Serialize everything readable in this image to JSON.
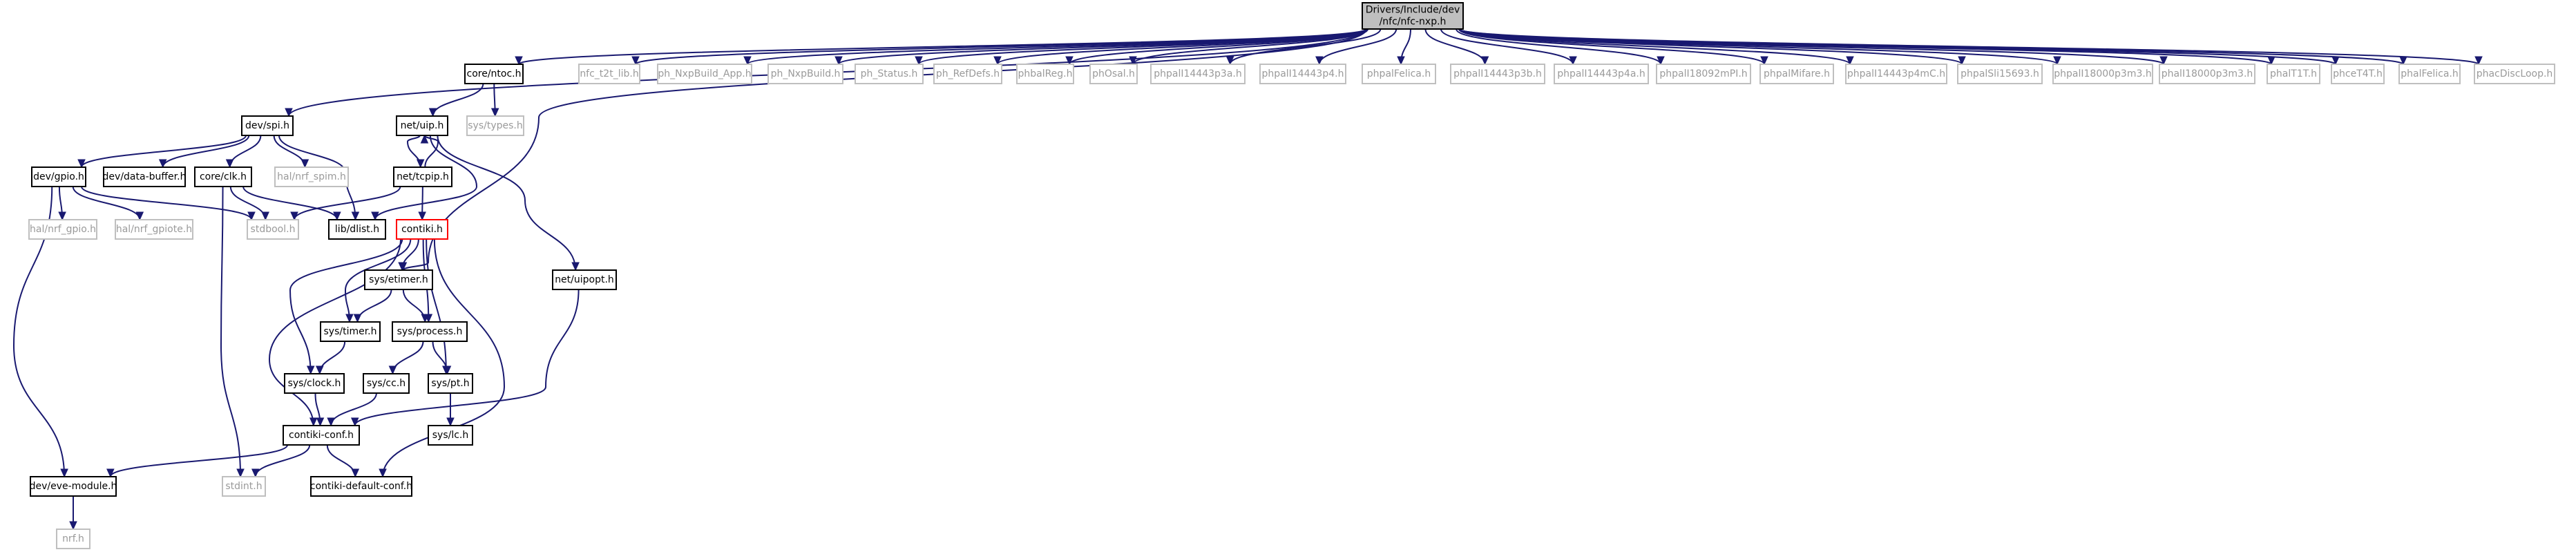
{
  "diagram": {
    "colors": {
      "edge": "#191970",
      "root_fill": "#bfbfbf",
      "box_stroke": "#000000",
      "missing_stroke": "#bfbfbf",
      "missing_text": "#9a9a9a",
      "incomplete_stroke": "#ff0000"
    },
    "nodes": [
      {
        "id": "root",
        "lines": [
          "Drivers/Include/dev",
          "/nfc/nfc-nxp.h"
        ],
        "kind": "root"
      },
      {
        "id": "core_ntoc",
        "lines": [
          "core/ntoc.h"
        ],
        "kind": "file"
      },
      {
        "id": "nfc_t2t",
        "lines": [
          "nfc_t2t_lib.h"
        ],
        "kind": "missing"
      },
      {
        "id": "ph_nxpbuild_app",
        "lines": [
          "ph_NxpBuild_App.h"
        ],
        "kind": "missing"
      },
      {
        "id": "ph_nxpbuild",
        "lines": [
          "ph_NxpBuild.h"
        ],
        "kind": "missing"
      },
      {
        "id": "ph_status",
        "lines": [
          "ph_Status.h"
        ],
        "kind": "missing"
      },
      {
        "id": "ph_refdefs",
        "lines": [
          "ph_RefDefs.h"
        ],
        "kind": "missing"
      },
      {
        "id": "phbalreg",
        "lines": [
          "phbalReg.h"
        ],
        "kind": "missing"
      },
      {
        "id": "phosal",
        "lines": [
          "phOsal.h"
        ],
        "kind": "missing"
      },
      {
        "id": "phpal14443p3a",
        "lines": [
          "phpalI14443p3a.h"
        ],
        "kind": "missing"
      },
      {
        "id": "phpal14443p4",
        "lines": [
          "phpalI14443p4.h"
        ],
        "kind": "missing"
      },
      {
        "id": "phpalfelica",
        "lines": [
          "phpalFelica.h"
        ],
        "kind": "missing"
      },
      {
        "id": "phpal14443p3b",
        "lines": [
          "phpalI14443p3b.h"
        ],
        "kind": "missing"
      },
      {
        "id": "phpal14443p4a",
        "lines": [
          "phpalI14443p4a.h"
        ],
        "kind": "missing"
      },
      {
        "id": "phpal18092mpi",
        "lines": [
          "phpalI18092mPI.h"
        ],
        "kind": "missing"
      },
      {
        "id": "phpalmifare",
        "lines": [
          "phpalMifare.h"
        ],
        "kind": "missing"
      },
      {
        "id": "phpal14443p4mc",
        "lines": [
          "phpalI14443p4mC.h"
        ],
        "kind": "missing"
      },
      {
        "id": "phpalsli15693",
        "lines": [
          "phpalSli15693.h"
        ],
        "kind": "missing"
      },
      {
        "id": "phpal18000p3m3a",
        "lines": [
          "phpalI18000p3m3.h"
        ],
        "kind": "missing"
      },
      {
        "id": "phpal18000p3m3b",
        "lines": [
          "phalI18000p3m3.h"
        ],
        "kind": "missing"
      },
      {
        "id": "phalt1t",
        "lines": [
          "phalT1T.h"
        ],
        "kind": "missing"
      },
      {
        "id": "phcet4t",
        "lines": [
          "phceT4T.h"
        ],
        "kind": "missing"
      },
      {
        "id": "phalfelica",
        "lines": [
          "phalFelica.h"
        ],
        "kind": "missing"
      },
      {
        "id": "phacdiscloop",
        "lines": [
          "phacDiscLoop.h"
        ],
        "kind": "missing"
      },
      {
        "id": "dev_spi",
        "lines": [
          "dev/spi.h"
        ],
        "kind": "file"
      },
      {
        "id": "net_uip",
        "lines": [
          "net/uip.h"
        ],
        "kind": "file"
      },
      {
        "id": "sys_types",
        "lines": [
          "sys/types.h"
        ],
        "kind": "missing"
      },
      {
        "id": "dev_gpio",
        "lines": [
          "dev/gpio.h"
        ],
        "kind": "file"
      },
      {
        "id": "dev_databuffer",
        "lines": [
          "dev/data-buffer.h"
        ],
        "kind": "file"
      },
      {
        "id": "core_clk",
        "lines": [
          "core/clk.h"
        ],
        "kind": "file"
      },
      {
        "id": "hal_nrf_spim",
        "lines": [
          "hal/nrf_spim.h"
        ],
        "kind": "missing"
      },
      {
        "id": "net_tcpip",
        "lines": [
          "net/tcpip.h"
        ],
        "kind": "file"
      },
      {
        "id": "hal_nrf_gpio",
        "lines": [
          "hal/nrf_gpio.h"
        ],
        "kind": "missing"
      },
      {
        "id": "hal_nrf_gpiote",
        "lines": [
          "hal/nrf_gpiote.h"
        ],
        "kind": "missing"
      },
      {
        "id": "stdbool",
        "lines": [
          "stdbool.h"
        ],
        "kind": "missing"
      },
      {
        "id": "lib_dlist",
        "lines": [
          "lib/dlist.h"
        ],
        "kind": "file"
      },
      {
        "id": "contiki",
        "lines": [
          "contiki.h"
        ],
        "kind": "incomplete"
      },
      {
        "id": "sys_etimer",
        "lines": [
          "sys/etimer.h"
        ],
        "kind": "file"
      },
      {
        "id": "net_uipopt",
        "lines": [
          "net/uipopt.h"
        ],
        "kind": "file"
      },
      {
        "id": "sys_timer",
        "lines": [
          "sys/timer.h"
        ],
        "kind": "file"
      },
      {
        "id": "sys_process",
        "lines": [
          "sys/process.h"
        ],
        "kind": "file"
      },
      {
        "id": "sys_clock",
        "lines": [
          "sys/clock.h"
        ],
        "kind": "file"
      },
      {
        "id": "sys_cc",
        "lines": [
          "sys/cc.h"
        ],
        "kind": "file"
      },
      {
        "id": "sys_pt",
        "lines": [
          "sys/pt.h"
        ],
        "kind": "file"
      },
      {
        "id": "sys_lc",
        "lines": [
          "sys/lc.h"
        ],
        "kind": "file"
      },
      {
        "id": "contiki_conf",
        "lines": [
          "contiki-conf.h"
        ],
        "kind": "file"
      },
      {
        "id": "dev_eve_module",
        "lines": [
          "dev/eve-module.h"
        ],
        "kind": "file"
      },
      {
        "id": "stdint",
        "lines": [
          "stdint.h"
        ],
        "kind": "missing"
      },
      {
        "id": "contiki_default_conf",
        "lines": [
          "contiki-default-conf.h"
        ],
        "kind": "file"
      },
      {
        "id": "nrf",
        "lines": [
          "nrf.h"
        ],
        "kind": "missing"
      }
    ],
    "edges": [
      [
        "root",
        "core_ntoc"
      ],
      [
        "root",
        "nfc_t2t"
      ],
      [
        "root",
        "ph_nxpbuild_app"
      ],
      [
        "root",
        "ph_nxpbuild"
      ],
      [
        "root",
        "ph_status"
      ],
      [
        "root",
        "ph_refdefs"
      ],
      [
        "root",
        "phbalreg"
      ],
      [
        "root",
        "phosal"
      ],
      [
        "root",
        "phpal14443p3a"
      ],
      [
        "root",
        "phpal14443p4"
      ],
      [
        "root",
        "phpalfelica"
      ],
      [
        "root",
        "phpal14443p3b"
      ],
      [
        "root",
        "phpal14443p4a"
      ],
      [
        "root",
        "phpal18092mpi"
      ],
      [
        "root",
        "phpalmifare"
      ],
      [
        "root",
        "phpal14443p4mc"
      ],
      [
        "root",
        "phpalsli15693"
      ],
      [
        "root",
        "phpal18000p3m3a"
      ],
      [
        "root",
        "phpal18000p3m3b"
      ],
      [
        "root",
        "phalt1t"
      ],
      [
        "root",
        "phcet4t"
      ],
      [
        "root",
        "phalfelica"
      ],
      [
        "root",
        "phacdiscloop"
      ],
      [
        "root",
        "dev_spi"
      ],
      [
        "root",
        "sys_etimer"
      ],
      [
        "core_ntoc",
        "net_uip"
      ],
      [
        "core_ntoc",
        "sys_types"
      ],
      [
        "dev_spi",
        "dev_gpio"
      ],
      [
        "dev_spi",
        "dev_databuffer"
      ],
      [
        "dev_spi",
        "core_clk"
      ],
      [
        "dev_spi",
        "hal_nrf_spim"
      ],
      [
        "dev_spi",
        "lib_dlist"
      ],
      [
        "net_uip",
        "net_tcpip"
      ],
      [
        "net_uip",
        "net_uipopt"
      ],
      [
        "net_uip",
        "lib_dlist"
      ],
      [
        "net_tcpip",
        "net_uip"
      ],
      [
        "net_tcpip",
        "stdbool"
      ],
      [
        "net_tcpip",
        "contiki"
      ],
      [
        "dev_gpio",
        "hal_nrf_gpio"
      ],
      [
        "dev_gpio",
        "hal_nrf_gpiote"
      ],
      [
        "dev_gpio",
        "stdbool"
      ],
      [
        "dev_gpio",
        "dev_eve_module"
      ],
      [
        "core_clk",
        "stdbool"
      ],
      [
        "core_clk",
        "lib_dlist"
      ],
      [
        "core_clk",
        "stdint"
      ],
      [
        "contiki",
        "sys_etimer"
      ],
      [
        "contiki",
        "sys_timer"
      ],
      [
        "contiki",
        "sys_process"
      ],
      [
        "contiki",
        "sys_clock"
      ],
      [
        "contiki",
        "sys_pt"
      ],
      [
        "contiki",
        "contiki_conf"
      ],
      [
        "contiki",
        "contiki_default_conf"
      ],
      [
        "sys_etimer",
        "sys_timer"
      ],
      [
        "sys_etimer",
        "sys_process"
      ],
      [
        "sys_timer",
        "sys_clock"
      ],
      [
        "sys_process",
        "sys_cc"
      ],
      [
        "sys_process",
        "sys_pt"
      ],
      [
        "sys_clock",
        "contiki_conf"
      ],
      [
        "sys_cc",
        "contiki_conf"
      ],
      [
        "sys_pt",
        "sys_lc"
      ],
      [
        "net_uipopt",
        "contiki_conf"
      ],
      [
        "contiki_conf",
        "dev_eve_module"
      ],
      [
        "contiki_conf",
        "stdint"
      ],
      [
        "contiki_conf",
        "contiki_default_conf"
      ],
      [
        "dev_eve_module",
        "nrf"
      ]
    ]
  }
}
